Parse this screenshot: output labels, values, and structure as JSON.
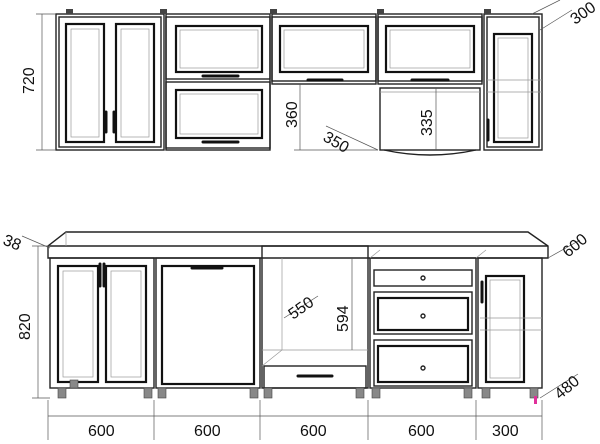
{
  "upper_dimensions": {
    "height": "720",
    "depth": "300",
    "shelf_height": "360",
    "hood_depth": "350",
    "hood_height": "335"
  },
  "lower_dimensions": {
    "countertop_thickness": "38",
    "height": "820",
    "depth_top": "600",
    "oven_niche_depth": "550",
    "oven_niche_height": "594",
    "base_depth": "480"
  },
  "lower_widths": [
    "600",
    "600",
    "600",
    "600",
    "300"
  ]
}
